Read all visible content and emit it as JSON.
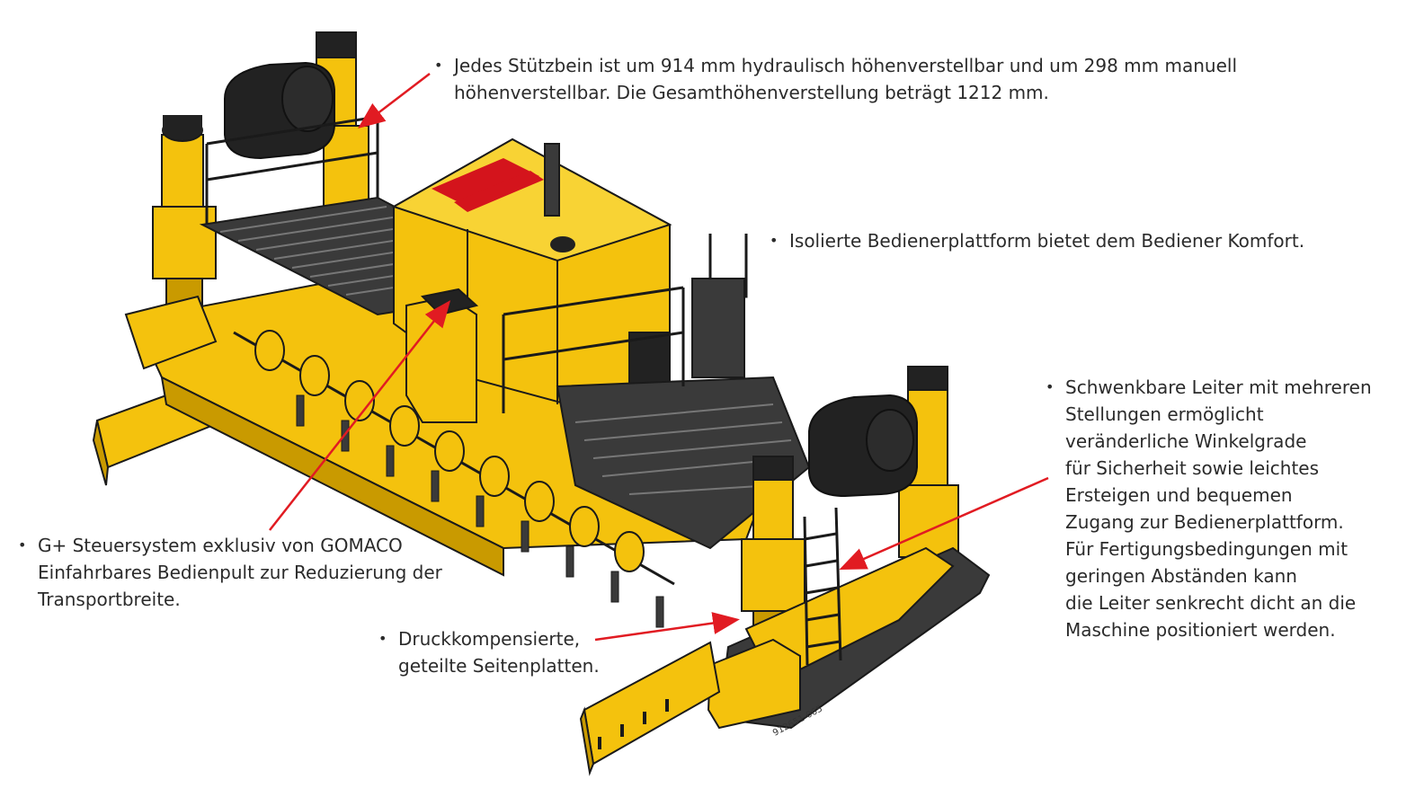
{
  "colors": {
    "machine_yellow": "#f4c20d",
    "machine_yellow_dark": "#c99a00",
    "platform_dark": "#3a3a3a",
    "tank_black": "#222222",
    "accent_red": "#d4141c",
    "arrow_red": "#e11b22",
    "text": "#2b2b2b"
  },
  "annotations": {
    "leg_height": {
      "lines": [
        "Jedes Stützbein ist um 914 mm hydraulisch höhenverstellbar und um 298 mm manuell",
        "höhenverstellbar. Die Gesamthöhenverstellung beträgt 1212 mm."
      ]
    },
    "platform": {
      "lines": [
        "Isolierte Bedienerplattform bietet dem Bediener Komfort."
      ]
    },
    "ladder": {
      "lines": [
        "Schwenkbare Leiter mit mehreren",
        "Stellungen ermöglicht",
        "veränderliche Winkelgrade",
        "für Sicherheit sowie leichtes",
        "Ersteigen und bequemen",
        "Zugang zur Bedienerplattform.",
        "Für Fertigungsbedingungen mit",
        "geringen Abständen kann",
        "die Leiter senkrecht dicht an die",
        "Maschine positioniert werden."
      ]
    },
    "control_system": {
      "lines": [
        "G+ Steuersystem exklusiv von GOMACO",
        "Einfahrbares Bedienpult zur Reduzierung der",
        "Transportbreite."
      ]
    },
    "side_plates": {
      "lines": [
        "Druckkompensierte,",
        "geteilte Seitenplatten."
      ]
    }
  },
  "bullet_symbol": "•",
  "document_number": "912651-065"
}
